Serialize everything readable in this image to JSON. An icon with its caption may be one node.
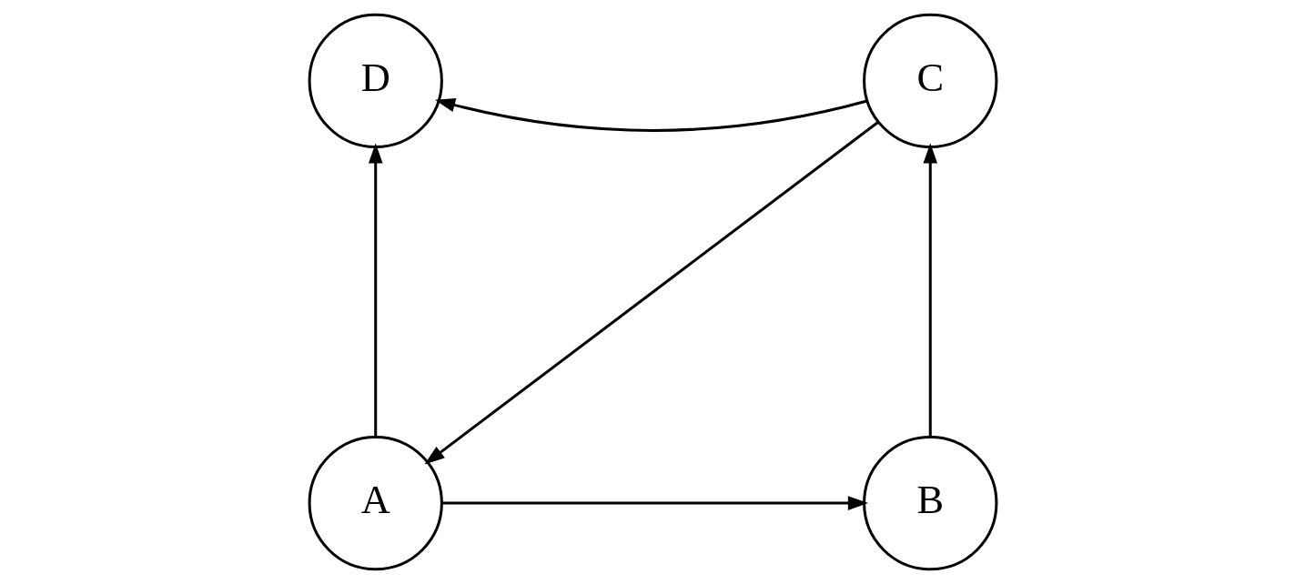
{
  "diagram": {
    "nodes": [
      {
        "text": [
          "D"
        ]
      },
      {
        "text": [
          "C"
        ]
      },
      {
        "text": [
          "A"
        ]
      },
      {
        "text": [
          "B"
        ]
      }
    ],
    "edges": [
      {
        "from": 1,
        "to": 0,
        "arrow": "to"
      },
      {
        "from": 1,
        "to": 2,
        "arrow": "to"
      },
      {
        "from": 2,
        "to": 0,
        "arrow": "to"
      },
      {
        "from": 3,
        "to": 1,
        "arrow": "to"
      },
      {
        "from": 2,
        "to": 3,
        "arrow": "to"
      }
    ]
  }
}
